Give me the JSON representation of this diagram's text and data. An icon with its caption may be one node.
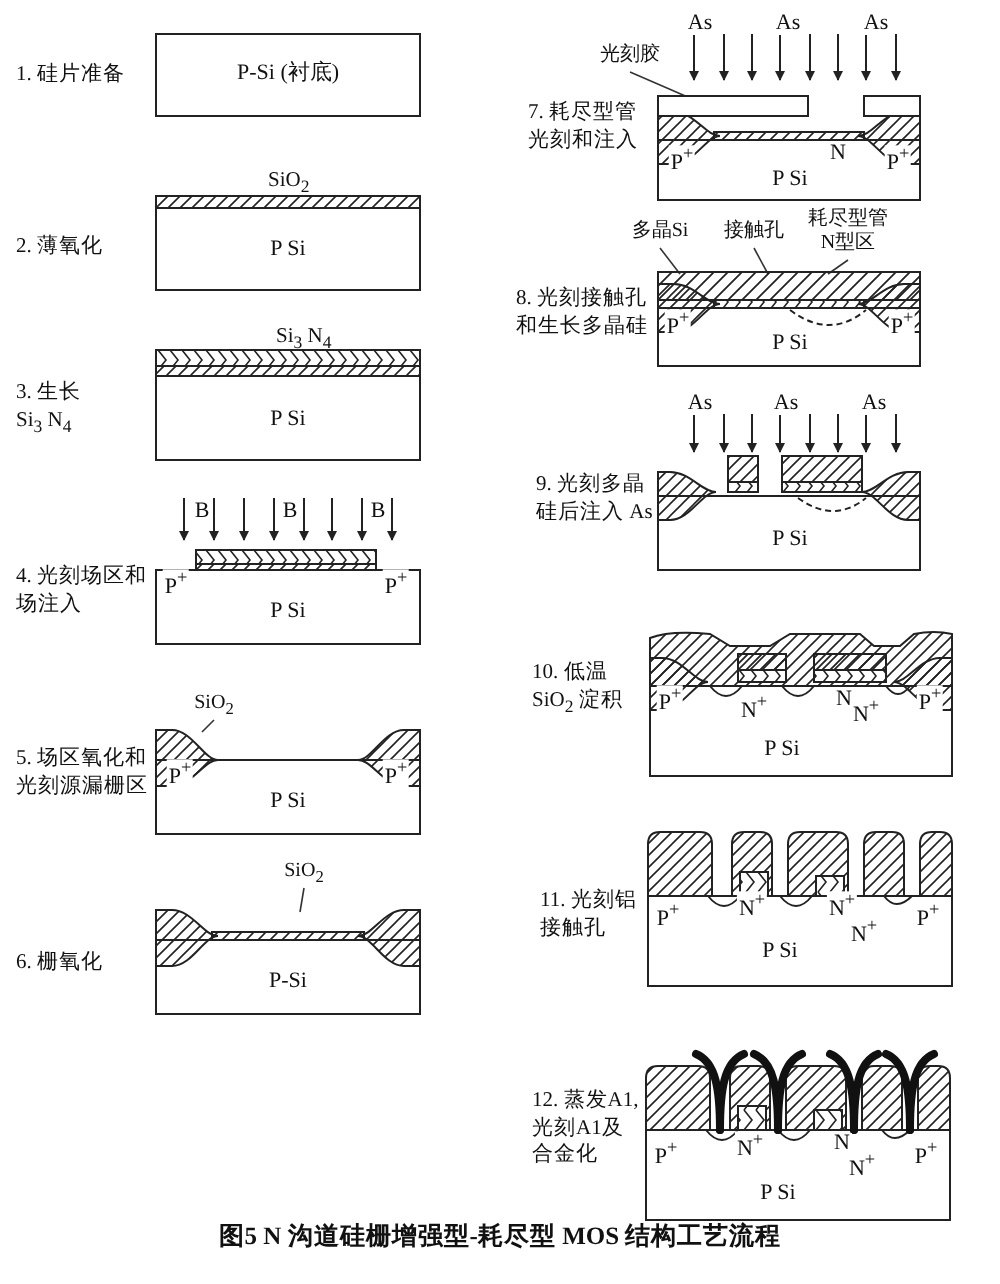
{
  "diagram": {
    "caption": "图5 N 沟道硅栅增强型-耗尽型 MOS 结构工艺流程",
    "nodes": [
      {
        "text": [
          "P-Si (衬底)"
        ],
        "beside": [
          "1. 硅片准备"
        ]
      },
      {
        "text": [
          "P Si"
        ],
        "beside": [
          "SiO$_{2}$",
          "2. 薄氧化"
        ]
      },
      {
        "text": [
          "P Si"
        ],
        "beside": [
          "Si$_{3}$ N$_{4}$",
          "3. 生长 Si$_{3}$ N$_{4}$"
        ]
      },
      {
        "text": [
          "P$^{+}$",
          "P$^{+}$",
          "P Si"
        ],
        "beside": [
          "4. 光刻场区和场注入"
        ]
      },
      {
        "text": [
          "P$^{+}$",
          "P$^{+}$",
          "P Si"
        ],
        "beside": [
          "5. 场区氧化和光刻源漏栅区"
        ]
      },
      {
        "text": [
          "SiO$_{2}$"
        ]
      },
      {
        "text": [
          "P-Si"
        ],
        "beside": [
          "6. 栅氧化"
        ]
      },
      {
        "text": [
          "SiO$_{2}$"
        ]
      },
      {
        "text": [
          "P$^{+}$",
          "N",
          "P$^{+}$",
          "P Si"
        ],
        "beside": [
          "7. 耗尽型管光刻和注入"
        ]
      },
      {
        "text": [
          "光刻胶"
        ]
      },
      {
        "text": [
          "P$^{+}$",
          "P$^{+}$",
          "P Si"
        ],
        "beside": [
          "8. 光刻接触孔和生长多晶硅"
        ]
      },
      {
        "text": [
          "多晶Si"
        ]
      },
      {
        "text": [
          "接触孔"
        ]
      },
      {
        "text": [
          "耗尽型管 N型区"
        ]
      },
      {
        "text": [
          "P Si"
        ],
        "beside": [
          "9. 光刻多晶硅后注入 As"
        ]
      },
      {
        "text": [
          "P$^{+}$",
          "N$^{+}$",
          "N",
          "N$^{+}$",
          "P$^{+}$",
          "P Si"
        ],
        "beside": [
          "10. 低温SiO$_{2}$ 淀积"
        ]
      },
      {
        "text": [
          "P$^{+}$",
          "N$^{+}$",
          "N$^{+}$",
          "N$^{+}$",
          "P$^{+}$",
          "P Si"
        ],
        "beside": [
          "11. 光刻铝接触孔"
        ]
      },
      {
        "text": [
          "P$^{+}$",
          "N$^{+}$",
          "N",
          "N$^{+}$",
          "P$^{+}$",
          "P Si"
        ],
        "beside": [
          "12. 蒸发A1, 光刻A1及合金化"
        ]
      }
    ],
    "edges": [
      {
        "from": 5,
        "to": 4,
        "arrow": "none"
      },
      {
        "from": 7,
        "to": 6,
        "arrow": "none"
      },
      {
        "from": 9,
        "to": 8,
        "arrow": "none"
      },
      {
        "from": 11,
        "to": 10,
        "arrow": "none"
      },
      {
        "from": 12,
        "to": 10,
        "arrow": "none"
      },
      {
        "from": 13,
        "to": 10,
        "arrow": "none"
      }
    ],
    "labels": [
      "B",
      "B",
      "B",
      "As",
      "As",
      "As",
      "As",
      "As",
      "As"
    ]
  }
}
